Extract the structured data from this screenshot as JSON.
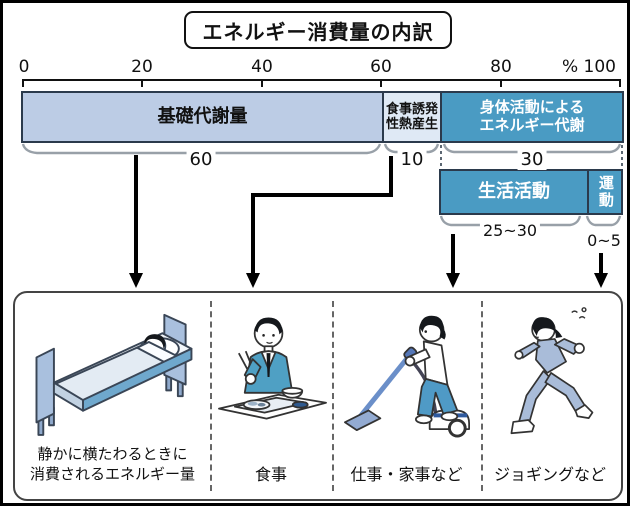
{
  "title": "エネルギー消費量の内訳",
  "axis": {
    "ticks": [
      "0",
      "20",
      "40",
      "60",
      "80"
    ],
    "max_label": "% 100"
  },
  "main_bar": {
    "segments": [
      {
        "label": "基礎代謝量",
        "value": 60,
        "value_label": "60",
        "color": "#bccce5",
        "text_color": "#000000"
      },
      {
        "label": "食事誘発性熱産生",
        "lines": [
          "食事誘発",
          "性熱産生"
        ],
        "value": 10,
        "value_label": "10",
        "color": "#dfe9f5",
        "text_color": "#000000"
      },
      {
        "label": "身体活動によるエネルギー代謝",
        "lines": [
          "身体活動による",
          "エネルギー代謝"
        ],
        "value": 30,
        "value_label": "30",
        "color": "#4a9bc3",
        "text_color": "#ffffff"
      }
    ]
  },
  "sub_bar": {
    "color": "#4a9bc3",
    "segments": [
      {
        "label": "生活活動",
        "value_label": "25~30"
      },
      {
        "label": "運動",
        "value_label": "0~5"
      }
    ]
  },
  "sections": [
    {
      "illustration": "person-sleeping-in-bed",
      "caption_lines": [
        "静かに横たわるときに",
        "消費されるエネルギー量"
      ]
    },
    {
      "illustration": "person-eating-meal",
      "caption_lines": [
        "食事"
      ]
    },
    {
      "illustration": "person-vacuuming",
      "caption_lines": [
        "仕事・家事など"
      ]
    },
    {
      "illustration": "person-jogging",
      "caption_lines": [
        "ジョギングなど"
      ]
    }
  ],
  "colors": {
    "bar_basal": "#bccce5",
    "bar_diet": "#dfe9f5",
    "bar_activity": "#4a9bc3",
    "brace": "#98a0a8",
    "arrow": "#000000"
  },
  "chart_data": {
    "type": "bar",
    "orientation": "horizontal-stacked",
    "title": "エネルギー消費量の内訳",
    "unit": "%",
    "xlim": [
      0,
      100
    ],
    "axis_ticks": [
      0,
      20,
      40,
      60,
      80,
      100
    ],
    "series": [
      {
        "name": "基礎代謝量",
        "value": 60,
        "note": "静かに横たわるときに消費されるエネルギー量"
      },
      {
        "name": "食事誘発性熱産生",
        "value": 10,
        "note": "食事"
      },
      {
        "name": "身体活動によるエネルギー代謝",
        "value": 30,
        "breakdown": [
          {
            "name": "生活活動",
            "value_range": "25~30",
            "note": "仕事・家事など"
          },
          {
            "name": "運動",
            "value_range": "0~5",
            "note": "ジョギングなど"
          }
        ]
      }
    ],
    "legend": false
  }
}
